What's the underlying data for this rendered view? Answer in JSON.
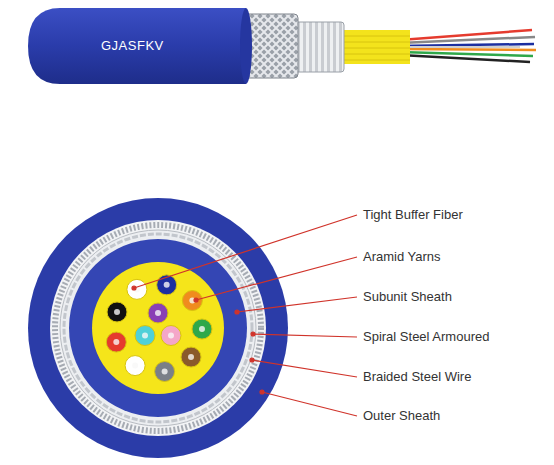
{
  "diagram": {
    "labels": [
      "GJASFKV",
      "Tight Buffer Fiber",
      "Aramid Yarns",
      "Subunit Sheath",
      "Spiral Steel Armoured",
      "Braided Steel Wire",
      "Outer Sheath"
    ]
  }
}
